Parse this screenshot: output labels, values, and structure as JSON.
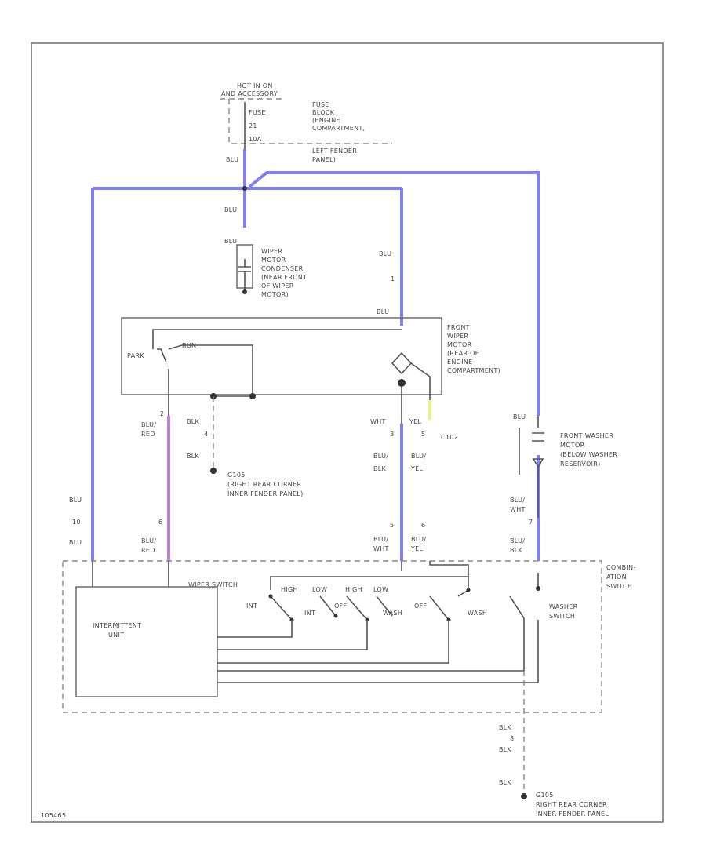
{
  "power": {
    "hot_line1": "HOT IN ON",
    "hot_line2": "AND ACCESSORY",
    "fuse_left": [
      "FUSE",
      "21",
      "10A"
    ],
    "fuse_right": [
      "FUSE",
      "BLOCK",
      "(ENGINE",
      "COMPARTMENT,",
      "LEFT FENDER",
      "PANEL)"
    ]
  },
  "wires": {
    "blu_top": "BLU",
    "blu_mid": "BLU",
    "blu_cond": "BLU",
    "blu_right1": "BLU",
    "pin_1": "1",
    "blu_right2": "BLU",
    "blu_left": "BLU",
    "pin_10": "10",
    "blu_left2": "BLU",
    "pin_2": "2",
    "blu_red1": "BLU/",
    "red1": "RED",
    "pin_6": "6",
    "blu_red2": "BLU/",
    "red2": "RED",
    "blk_a": "BLK",
    "pin_4": "4",
    "blk_b": "BLK",
    "wht": "WHT",
    "pin_3": "3",
    "yel": "YEL",
    "pin_5": "5",
    "c102": "C102",
    "blu_blk": "BLU/",
    "blk_c": "BLK",
    "blu_yel": "BLU/",
    "yel2": "YEL",
    "pin_5b": "5",
    "pin_6b": "6",
    "blu_wht": "BLU/",
    "wht2": "WHT",
    "blu_yel2": "BLU/",
    "yel3": "YEL",
    "blu_w": "BLU",
    "blu_wht2": "BLU/",
    "wht3": "WHT",
    "pin_7": "7",
    "blu_blk2": "BLU/",
    "blk2": "BLK",
    "blk_d": "BLK",
    "pin_8": "8",
    "blk_e": "BLK",
    "blk_f": "BLK"
  },
  "components": {
    "condenser": [
      "WIPER",
      "MOTOR",
      "CONDENSER",
      "(NEAR FRONT",
      "OF WIPER",
      "MOTOR)"
    ],
    "front_motor": [
      "FRONT",
      "WIPER",
      "MOTOR",
      "(REAR OF",
      "ENGINE",
      "COMPARTMENT)"
    ],
    "park": "PARK",
    "run": "RUN",
    "ground1": [
      "G105",
      "(RIGHT REAR CORNER",
      "INNER FENDER PANEL)"
    ],
    "washer_motor": [
      "FRONT WASHER",
      "MOTOR",
      "(BELOW WASHER",
      "RESERVOIR)"
    ],
    "combination": [
      "COMBIN-",
      "ATION",
      "SWITCH"
    ],
    "wiper_switch": "WIPER SWITCH",
    "int": "INT",
    "high": "HIGH",
    "int2": "INT",
    "low": "LOW",
    "off": "OFF",
    "high2": "HIGH",
    "wash": "WASH",
    "off2": "OFF",
    "wash2": "WASH",
    "low2": "LOW",
    "washer_switch": [
      "WASHER",
      "SWITCH"
    ],
    "intermittent": [
      "INTERMITTENT",
      "UNIT"
    ],
    "ground2": [
      "G105",
      "RIGHT REAR CORNER",
      "INNER FENDER PANEL"
    ],
    "footer_id": "105465"
  }
}
